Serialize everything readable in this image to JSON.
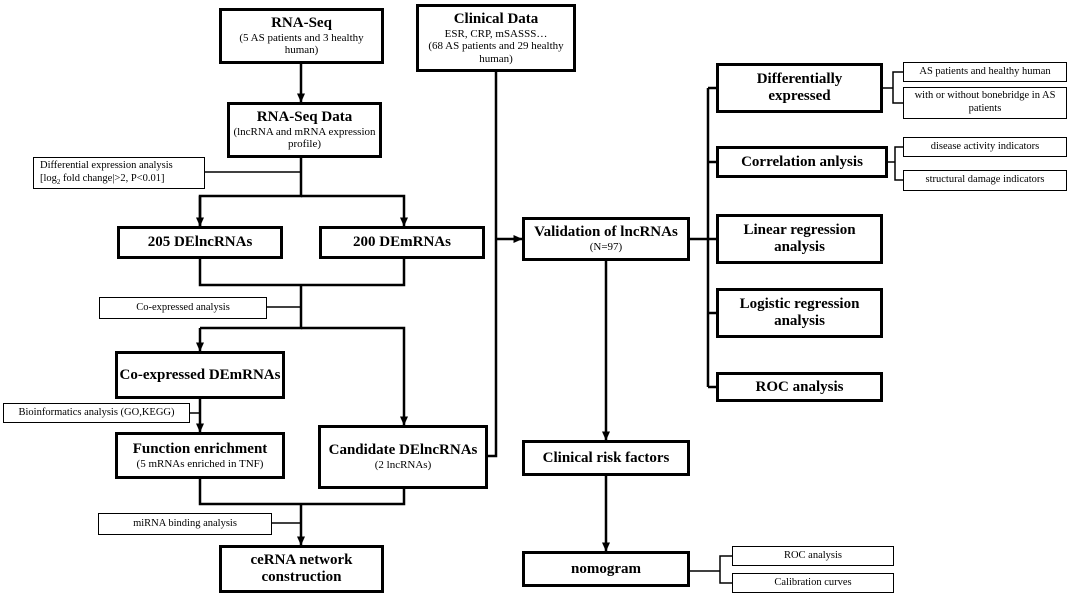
{
  "rnaseq": {
    "title": "RNA-Seq",
    "sub": "(5 AS patients and 3 healthy human)"
  },
  "rnaseq_data": {
    "title": "RNA-Seq Data",
    "sub": "(lncRNA and mRNA expression profile)"
  },
  "diff_analysis": {
    "line1": "Differential expression analysis",
    "line2a": "[log",
    "line2sub": "2",
    "line2b": " fold change|>2, P<0.01]"
  },
  "delnc": {
    "title": "205 DElncRNAs"
  },
  "dem": {
    "title": "200 DEmRNAs"
  },
  "coexp_analysis": {
    "label": "Co-expressed analysis"
  },
  "coexp_dem": {
    "title": "Co-expressed DEmRNAs"
  },
  "bioinfo": {
    "label": "Bioinformatics analysis (GO,KEGG)"
  },
  "func": {
    "title": "Function enrichment",
    "sub": "(5 mRNAs  enriched in TNF)"
  },
  "candidate": {
    "title": "Candidate DElncRNAs",
    "sub": "(2 lncRNAs)"
  },
  "mirna": {
    "label": "miRNA binding analysis"
  },
  "cerna": {
    "title": "ceRNA network construction"
  },
  "clinical": {
    "title": "Clinical Data",
    "sub1": "ESR, CRP, mSASSS…",
    "sub2": "(68 AS patients and 29 healthy human)"
  },
  "validation": {
    "title": "Validation of lncRNAs",
    "sub": "(N=97)"
  },
  "risk": {
    "title": "Clinical risk factors"
  },
  "nomogram": {
    "title": "nomogram"
  },
  "nomo_roc": {
    "label": "ROC analysis"
  },
  "calib": {
    "label": "Calibration curves"
  },
  "diffexp": {
    "title": "Differentially expressed"
  },
  "as_healthy": {
    "label": "AS patients and healthy human"
  },
  "bonebridge": {
    "label": "with or without bonebridge in AS patients"
  },
  "corr": {
    "title": "Correlation anlysis"
  },
  "disease": {
    "label": "disease activity indicators"
  },
  "structural": {
    "label": "structural damage indicators"
  },
  "linear": {
    "title": "Linear regression analysis"
  },
  "logistic": {
    "title": "Logistic regression analysis"
  },
  "roc": {
    "title": "ROC analysis"
  }
}
